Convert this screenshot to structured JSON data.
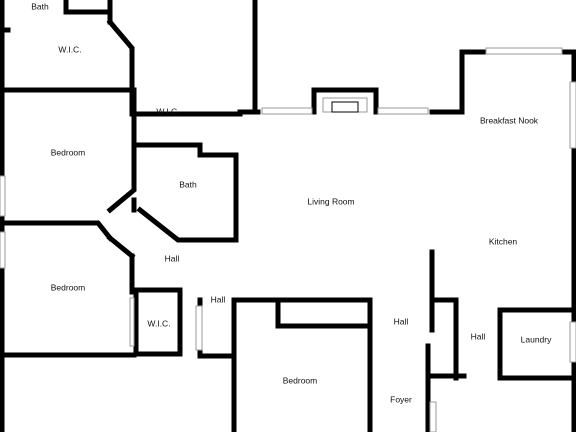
{
  "rooms": {
    "bath_top": "Bath",
    "wic_top": "W.I.C.",
    "wic_mid": "W.I.C.",
    "bedroom_1": "Bedroom",
    "bath_mid": "Bath",
    "living_room": "Living Room",
    "breakfast_nook": "Breakfast Nook",
    "kitchen": "Kitchen",
    "hall_left": "Hall",
    "bedroom_2": "Bedroom",
    "hall_center": "Hall",
    "wic_bottom": "W.I.C.",
    "hall_foyer": "Hall",
    "hall_right": "Hall",
    "laundry": "Laundry",
    "bedroom_3": "Bedroom",
    "foyer": "Foyer"
  }
}
